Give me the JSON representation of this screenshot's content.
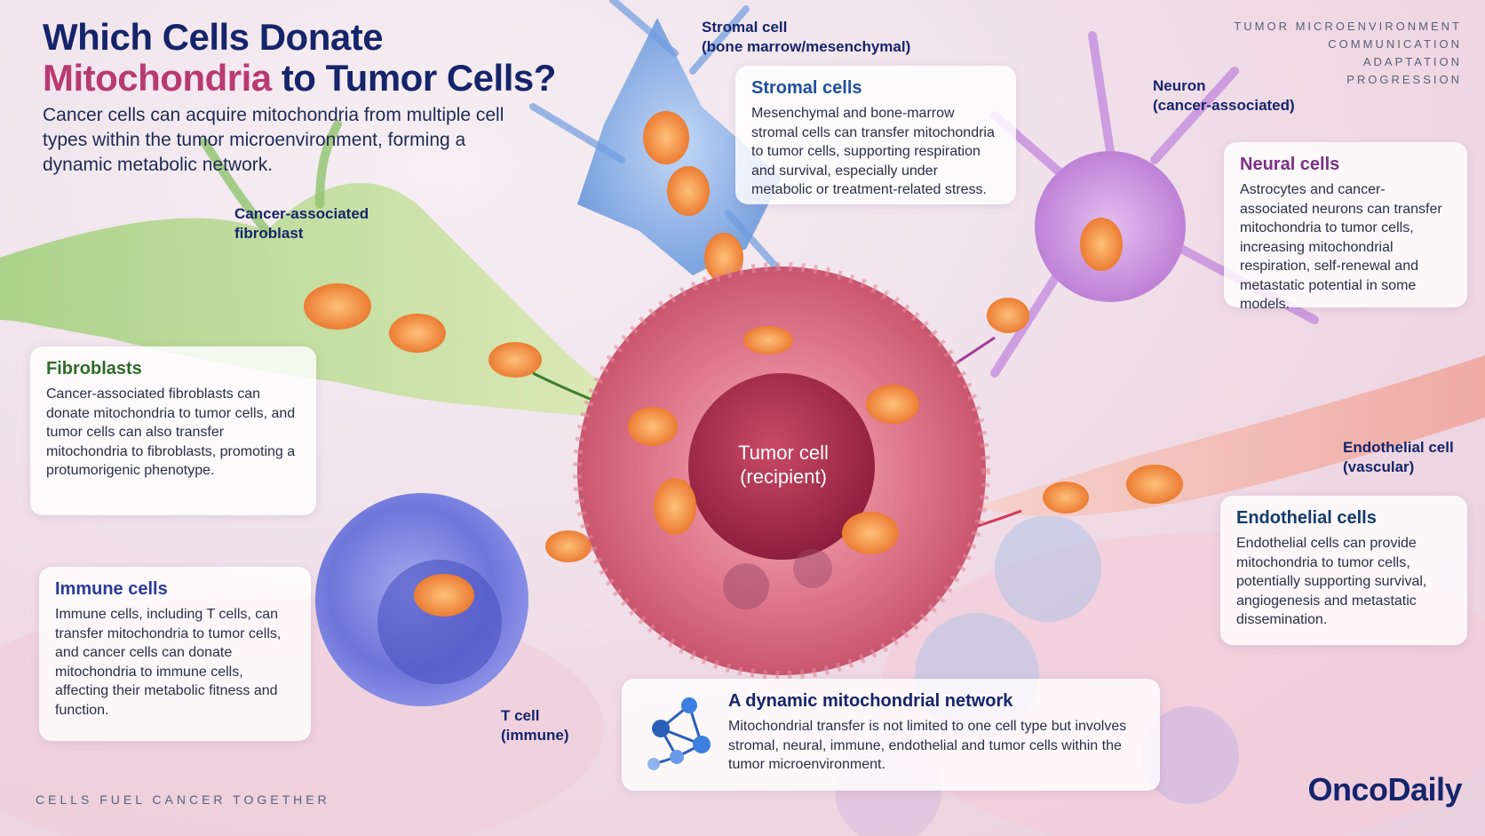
{
  "title": {
    "line1": "Which Cells Donate",
    "accent": "Mitochondria",
    "line2_rest": " to Tumor Cells?"
  },
  "intro": "Cancer cells can acquire mitochondria from multiple cell types within the tumor microenvironment, forming a dynamic metabolic network.",
  "tags": [
    "TUMOR MICROENVIRONMENT",
    "COMMUNICATION",
    "ADAPTATION",
    "PROGRESSION"
  ],
  "labels": {
    "stromal": [
      "Stromal cell",
      "(bone marrow/mesenchymal)"
    ],
    "neuron": [
      "Neuron",
      "(cancer-associated)"
    ],
    "fibroblast": [
      "Cancer-associated",
      "fibroblast"
    ],
    "endothelial": [
      "Endothelial cell",
      "(vascular)"
    ],
    "tcell": [
      "T cell",
      "(immune)"
    ],
    "tumor": [
      "Tumor cell",
      "(recipient)"
    ]
  },
  "cards": {
    "stromal": {
      "title": "Stromal cells",
      "body": "Mesenchymal and bone-marrow stromal cells can transfer mitochondria to tumor cells, supporting respiration and survival, especially under metabolic or treatment-related stress."
    },
    "neural": {
      "title": "Neural cells",
      "body": "Astrocytes and cancer-associated neurons can transfer mitochondria to tumor cells, increasing mitochondrial respiration, self-renewal and metastatic potential in some models."
    },
    "fibroblasts": {
      "title": "Fibroblasts",
      "body": "Cancer-associated fibroblasts can donate mitochondria to tumor cells, and tumor cells can also transfer mitochondria to fibroblasts, promoting a protumorigenic phenotype."
    },
    "endothelial": {
      "title": "Endothelial cells",
      "body": "Endothelial cells can provide mitochondria to tumor cells, potentially supporting survival, angiogenesis and metastatic dissemination."
    },
    "immune": {
      "title": "Immune cells",
      "body": "Immune cells, including T cells, can transfer mitochondria to tumor cells, and cancer cells can donate mitochondria to immune cells, affecting their metabolic fitness and function."
    },
    "network": {
      "title": "A dynamic mitochondrial network",
      "body": "Mitochondrial transfer is not limited to one cell type but involves stromal, neural, immune, endothelial and tumor cells within the tumor microenvironment."
    }
  },
  "footer": "CELLS FUEL CANCER TOGETHER",
  "brand": "OncoDaily",
  "colors": {
    "navy": "#15256b",
    "accent": "#b83a6e",
    "stromal": "#1f4f9c",
    "neural": "#7a2f86",
    "fibroblast": "#2f6a2a",
    "endothelial": "#153a6b",
    "immune": "#2a3a9a",
    "mito": "#f0883a"
  }
}
